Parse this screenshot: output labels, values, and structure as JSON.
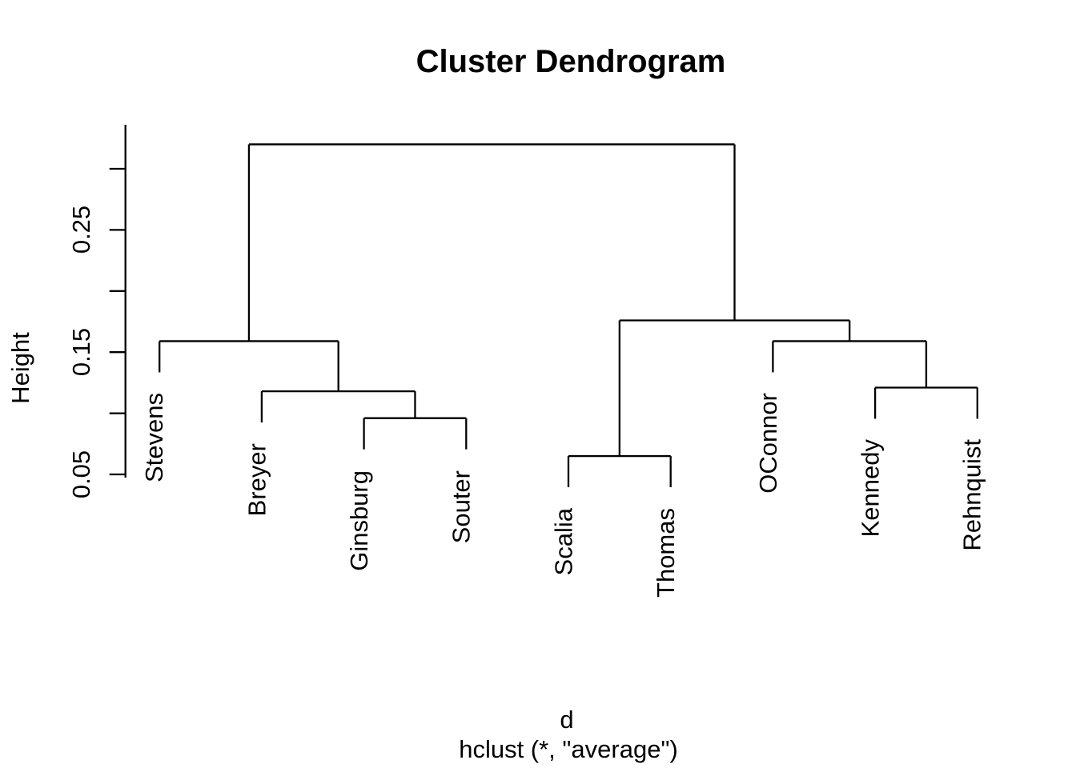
{
  "title": "Cluster Dendrogram",
  "y_axis": {
    "label": "Height",
    "ticks": [
      {
        "value": 0.05,
        "label": "0.05"
      },
      {
        "value": 0.1,
        "label": ""
      },
      {
        "value": 0.15,
        "label": "0.15"
      },
      {
        "value": 0.2,
        "label": ""
      },
      {
        "value": 0.25,
        "label": "0.25"
      },
      {
        "value": 0.3,
        "label": ""
      }
    ]
  },
  "caption": {
    "line1": "d",
    "line2": "hclust (*, \"average\")"
  },
  "colors": {
    "foreground": "#000000",
    "background": "#ffffff"
  },
  "chart_data": {
    "type": "dendrogram",
    "title": "Cluster Dendrogram",
    "ylabel": "Height",
    "xlabel": "d",
    "sub": "hclust (*, \"average\")",
    "clustering_method": "average",
    "leaves_left_to_right": [
      "Stevens",
      "Breyer",
      "Ginsburg",
      "Souter",
      "Scalia",
      "Thomas",
      "OConnor",
      "Kennedy",
      "Rehnquist"
    ],
    "y_ticks": [
      0.05,
      0.1,
      0.15,
      0.2,
      0.25,
      0.3
    ],
    "labeled_y_ticks": [
      0.05,
      0.15,
      0.25
    ],
    "ylim": [
      0.03,
      0.335
    ],
    "leaf_hang": 0.0255,
    "merges": [
      {
        "join": [
          "Scalia",
          "Thomas"
        ],
        "height": 0.065
      },
      {
        "join": [
          "Ginsburg",
          "Souter"
        ],
        "height": 0.096
      },
      {
        "join": [
          "Breyer",
          "(Ginsburg,Souter)"
        ],
        "height": 0.118
      },
      {
        "join": [
          "Kennedy",
          "Rehnquist"
        ],
        "height": 0.121
      },
      {
        "join": [
          "OConnor",
          "(Kennedy,Rehnquist)"
        ],
        "height": 0.159
      },
      {
        "join": [
          "Stevens",
          "(Breyer,(Ginsburg,Souter))"
        ],
        "height": 0.159
      },
      {
        "join": [
          "(Scalia,Thomas)",
          "(OConnor,(Kennedy,Rehnquist))"
        ],
        "height": 0.176
      },
      {
        "join": [
          "(Stevens,Breyer,Ginsburg,Souter)",
          "(Scalia,Thomas,OConnor,Kennedy,Rehnquist)"
        ],
        "height": 0.32
      }
    ],
    "tree": {
      "height": 0.32,
      "children": [
        {
          "height": 0.159,
          "children": [
            {
              "leaf": "Stevens"
            },
            {
              "height": 0.118,
              "children": [
                {
                  "leaf": "Breyer"
                },
                {
                  "height": 0.096,
                  "children": [
                    {
                      "leaf": "Ginsburg"
                    },
                    {
                      "leaf": "Souter"
                    }
                  ]
                }
              ]
            }
          ]
        },
        {
          "height": 0.176,
          "children": [
            {
              "height": 0.065,
              "children": [
                {
                  "leaf": "Scalia"
                },
                {
                  "leaf": "Thomas"
                }
              ]
            },
            {
              "height": 0.159,
              "children": [
                {
                  "leaf": "OConnor"
                },
                {
                  "height": 0.121,
                  "children": [
                    {
                      "leaf": "Kennedy"
                    },
                    {
                      "leaf": "Rehnquist"
                    }
                  ]
                }
              ]
            }
          ]
        }
      ]
    }
  }
}
